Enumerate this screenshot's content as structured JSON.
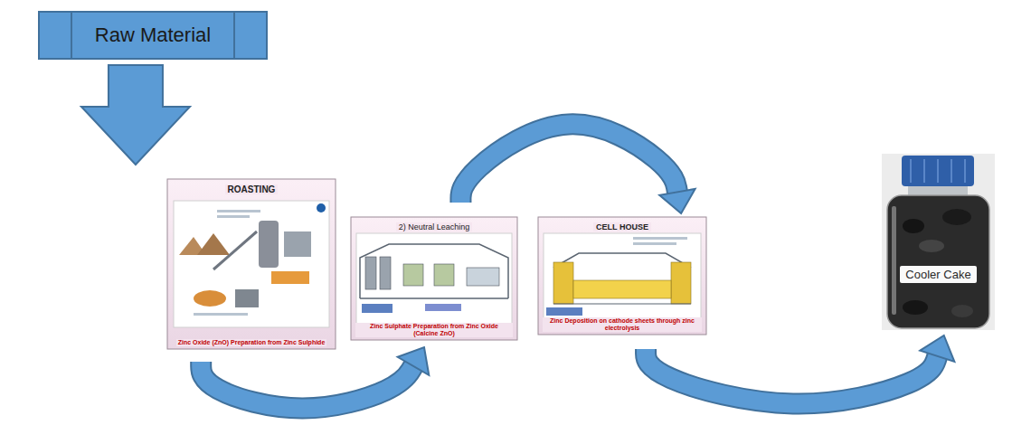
{
  "diagram": {
    "nodes": [
      {
        "text": [
          "Raw Material"
        ]
      },
      {
        "text": [
          "ROASTING",
          "Zinc Oxide (ZnO) Preparation from Zinc Sulphide"
        ]
      },
      {
        "text": [
          "2) Neutral Leaching",
          "Zinc Sulphate Preparation from Zinc Oxide (Calcine ZnO)"
        ]
      },
      {
        "text": [
          "CELL HOUSE",
          "Zinc Deposition on cathode sheets through zinc electrolysis"
        ]
      },
      {
        "text": [
          "Cooler Cake"
        ]
      }
    ],
    "edges": [
      {
        "from": 0,
        "to": 1,
        "arrow": "to"
      },
      {
        "from": 1,
        "to": 2,
        "arrow": "to"
      },
      {
        "from": 2,
        "to": 3,
        "arrow": "to"
      },
      {
        "from": 3,
        "to": 4,
        "arrow": "to"
      }
    ]
  }
}
